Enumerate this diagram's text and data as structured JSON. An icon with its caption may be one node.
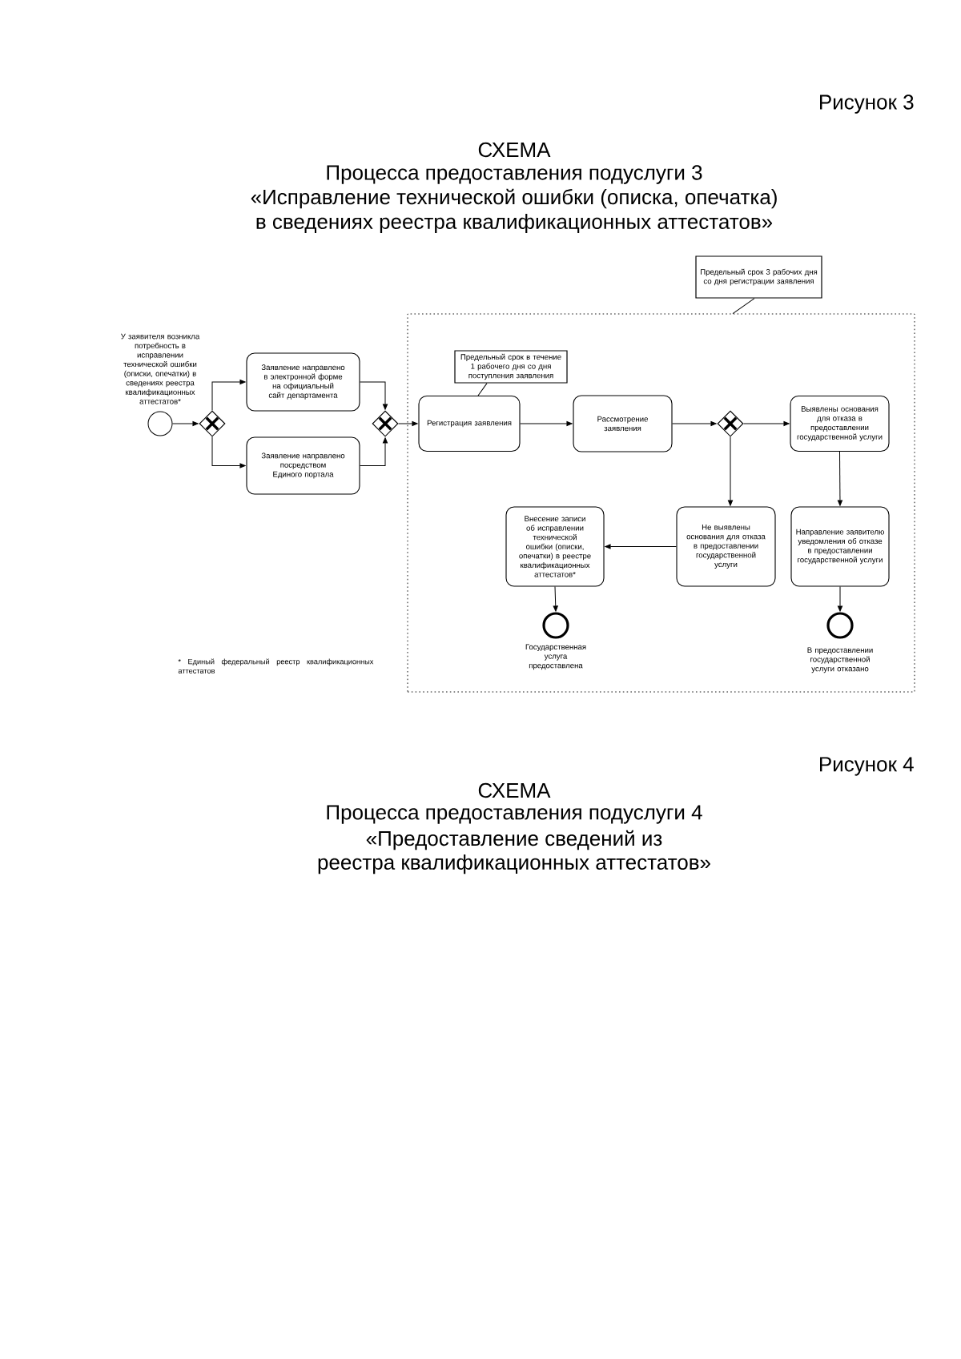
{
  "diagram": {
    "title": "СХЕМА",
    "nodes": [
      {
        "text": [],
        "shape": "circle",
        "beside": [
          "У заявителя возникла потребность в исправлении технической ошибки (описки, опечатки) в сведениях реестра квалификационных аттестатов*"
        ]
      },
      {
        "text": [],
        "shape": "diamond"
      },
      {
        "text": [
          "Заявление направлено в электронной форме на официальный сайт департамента"
        ]
      },
      {
        "text": [
          "Заявление направлено посредством Единого портала"
        ]
      },
      {
        "text": [],
        "shape": "diamond"
      },
      {
        "text": [
          "Предельный срок 3 рабочих дня со дня регистрации заявления"
        ]
      },
      {
        "text": [],
        "shape": "box"
      },
      {
        "text": [
          "Предельный срок в течение 1 рабочего дня со дня поступления заявления"
        ],
        "in": 6
      },
      {
        "text": [
          "Регистрация заявления"
        ],
        "in": 6
      },
      {
        "text": [
          "Рассмотрение заявления"
        ],
        "in": 6
      },
      {
        "text": [],
        "shape": "diamond",
        "in": 6
      },
      {
        "text": [
          "Выявлены основания для отказа в предоставлении государственной услуги"
        ],
        "in": 6
      },
      {
        "text": [
          "Внесение записи об исправлении технической ошибки (описки, опечатки) в реестре квалификационных аттестатов*"
        ],
        "in": 6
      },
      {
        "text": [
          "Не выявлены основания для отказа в предоставлении государственной услуги"
        ],
        "in": 6
      },
      {
        "text": [
          "Направление заявителю уведомления об отказе в предоставлении государственной услуги"
        ],
        "in": 6
      },
      {
        "text": [],
        "shape": "circle",
        "in": 6,
        "beside": [
          "Государственная услуга предоставлена"
        ]
      },
      {
        "text": [],
        "shape": "circle",
        "in": 6,
        "beside": [
          "В предоставлении государственной услуги отказано"
        ]
      }
    ],
    "edges": [
      {
        "from": 0,
        "to": 1,
        "arrow": "to"
      },
      {
        "from": 1,
        "to": 2,
        "arrow": "to"
      },
      {
        "from": 1,
        "to": 3,
        "arrow": "to"
      },
      {
        "from": 2,
        "to": 4,
        "arrow": "to"
      },
      {
        "from": 3,
        "to": 4,
        "arrow": "to"
      },
      {
        "from": 4,
        "to": 8,
        "arrow": "to"
      },
      {
        "from": 7,
        "to": 8,
        "arrow": "none"
      },
      {
        "from": 8,
        "to": 9,
        "arrow": "to"
      },
      {
        "from": 9,
        "to": 10,
        "arrow": "to"
      },
      {
        "from": 10,
        "to": 11,
        "arrow": "to"
      },
      {
        "from": 10,
        "to": 13,
        "arrow": "to"
      },
      {
        "from": 11,
        "to": 14,
        "arrow": "to"
      },
      {
        "from": 13,
        "to": 12,
        "arrow": "to"
      },
      {
        "from": 12,
        "to": 15,
        "arrow": "to"
      },
      {
        "from": 14,
        "to": 16,
        "arrow": "to"
      },
      {
        "from": 5,
        "to": 6,
        "arrow": "none"
      }
    ],
    "labels": [
      "Рисунок 3",
      "Процесса предоставления подуслуги 3",
      "«Исправление технической ошибки (описка, опечатка)",
      "в сведениях реестра квалификационных аттестатов»",
      "* Единый федеральный реестр квалификационных аттестатов",
      "Рисунок 4",
      "СХЕМА",
      "Процесса предоставления подуслуги 4",
      "«Предоставление сведений из",
      "реестра квалификационных аттестатов»"
    ]
  }
}
